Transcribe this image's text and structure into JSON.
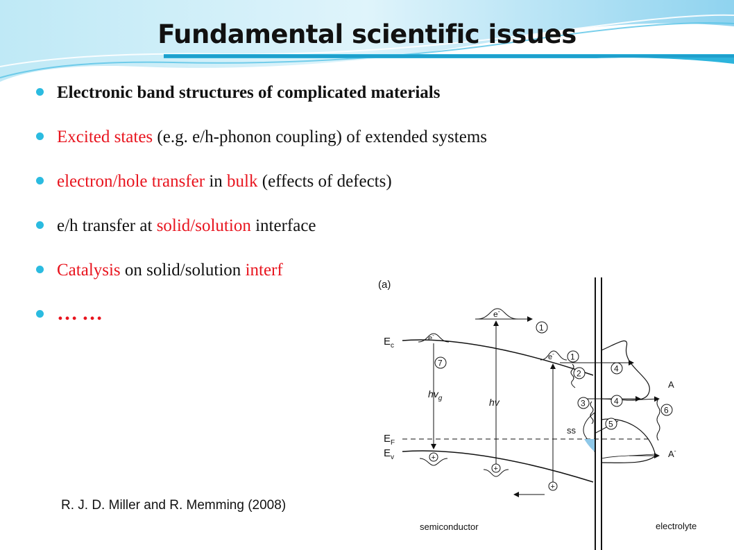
{
  "slide": {
    "title": "Fundamental scientific issues",
    "bullets": [
      {
        "parts": [
          {
            "text": "Electronic band structures of complicated materials",
            "color": "#111111"
          }
        ],
        "bold": true
      },
      {
        "parts": [
          {
            "text": "Excited states",
            "color": "#e8141e"
          },
          {
            "text": " (e.g. e/h-phonon coupling) of extended systems",
            "color": "#111111"
          }
        ],
        "bold": false
      },
      {
        "parts": [
          {
            "text": "electron/hole transfer",
            "color": "#e8141e"
          },
          {
            "text": " in ",
            "color": "#111111"
          },
          {
            "text": "bulk",
            "color": "#e8141e"
          },
          {
            "text": " (effects of defects)",
            "color": "#111111"
          }
        ],
        "bold": false
      },
      {
        "parts": [
          {
            "text": "e/h transfer at ",
            "color": "#111111"
          },
          {
            "text": "solid/solution",
            "color": "#e8141e"
          },
          {
            "text": " interface",
            "color": "#111111"
          }
        ],
        "bold": false
      },
      {
        "parts": [
          {
            "text": "Catalysis",
            "color": "#e8141e"
          },
          {
            "text": " on solid/solution ",
            "color": "#111111"
          },
          {
            "text": "interf",
            "color": "#e8141e"
          }
        ],
        "bold": false
      }
    ],
    "ellipsis": "……",
    "citation": "R. J. D. Miller and R. Memming (2008)",
    "accent_color": "#2bbbe0",
    "highlight_color": "#e8141e"
  },
  "diagram": {
    "panel_label": "(a)",
    "level_labels": {
      "ec_main": "E",
      "ec_sub": "c",
      "ef_main": "E",
      "ef_sub": "F",
      "ev_main": "E",
      "ev_sub": "v"
    },
    "electron_label": "e",
    "electron_sup": "-",
    "hole_symbol": "+",
    "hvg_main": "hv",
    "hvg_sub": "g",
    "hv": "hv",
    "surface_state": "ss",
    "species_a": "A",
    "species_a_minus": "A",
    "species_a_minus_sup": "-",
    "process_numbers": {
      "n1a": "1",
      "n1b": "1",
      "n2": "2",
      "n3": "3",
      "n4a": "4",
      "n4b": "4",
      "n5": "5",
      "n6": "6",
      "n7": "7"
    },
    "region_left": "semiconductor",
    "region_right": "electrolyte",
    "surface_state_fill": "#8ec8e8"
  }
}
